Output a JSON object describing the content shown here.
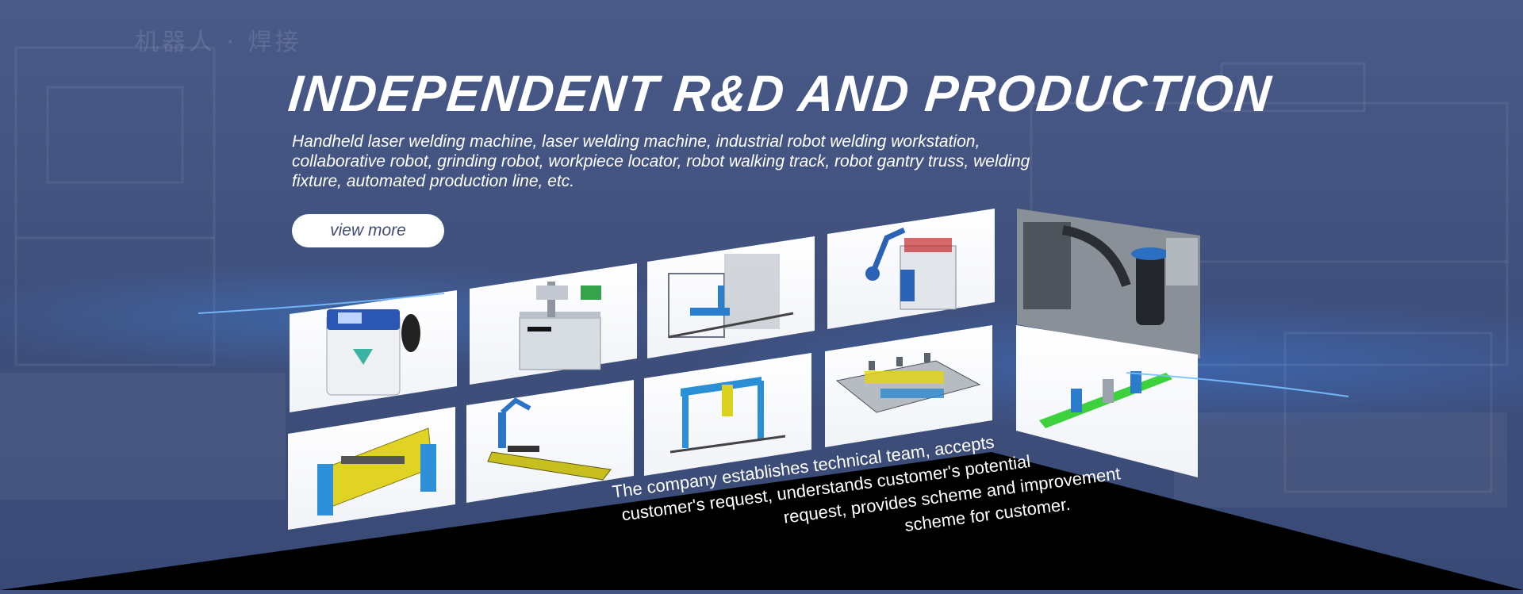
{
  "banner": {
    "title": "INDEPENDENT R&D AND PRODUCTION",
    "description": "Handheld laser welding machine, laser welding machine, industrial robot welding workstation, collaborative robot, grinding robot, workpiece locator, robot walking track, robot gantry truss, welding fixture, automated production line, etc.",
    "button_label": "view more"
  },
  "tagline": {
    "line1": "The company establishes technical team, accepts",
    "line2": "customer's request, understands customer's potential",
    "line3": "request, provides scheme and improvement",
    "line4": "scheme for customer."
  },
  "products": [
    {
      "name": "handheld-laser-welder-icon"
    },
    {
      "name": "laser-welding-workstation-icon"
    },
    {
      "name": "robot-welding-cell-icon"
    },
    {
      "name": "welding-robot-station-icon"
    },
    {
      "name": "factory-robot-photo"
    },
    {
      "name": "welding-positioner-icon"
    },
    {
      "name": "robot-walking-track-icon"
    },
    {
      "name": "gantry-truss-icon"
    },
    {
      "name": "welding-fixture-icon"
    },
    {
      "name": "production-line-icon"
    }
  ],
  "colors": {
    "background": "#455583",
    "accent_glow": "#3c8cff",
    "button_text": "#404a72"
  }
}
